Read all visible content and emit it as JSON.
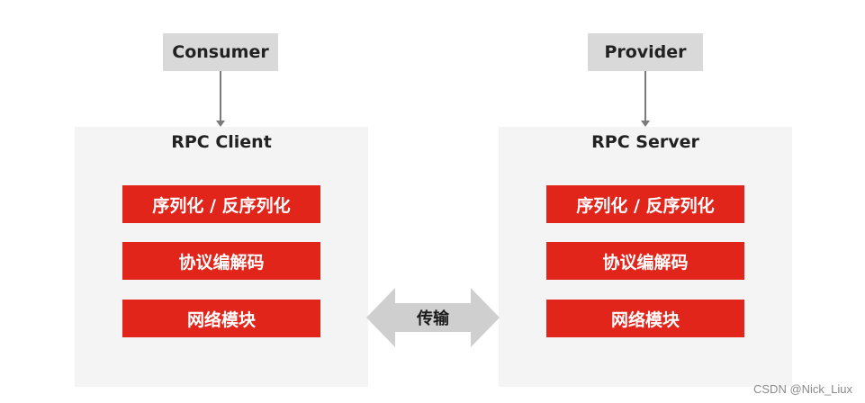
{
  "consumer": {
    "label": "Consumer"
  },
  "provider": {
    "label": "Provider"
  },
  "client": {
    "title": "RPC Client",
    "modules": [
      "序列化 / 反序列化",
      "协议编解码",
      "网络模块"
    ]
  },
  "server": {
    "title": "RPC Server",
    "modules": [
      "序列化 / 反序列化",
      "协议编解码",
      "网络模块"
    ]
  },
  "transfer": {
    "label": "传输"
  },
  "watermark": "CSDN @Nick_Liux",
  "colors": {
    "module_fill": "#e1251b",
    "top_box_fill": "#d9d9d9",
    "panel_fill": "#f4f4f4",
    "arrow_fill": "#cfcfcf"
  },
  "icons": {
    "connector": "down-arrow-icon",
    "transfer": "bidirectional-arrow-icon"
  }
}
